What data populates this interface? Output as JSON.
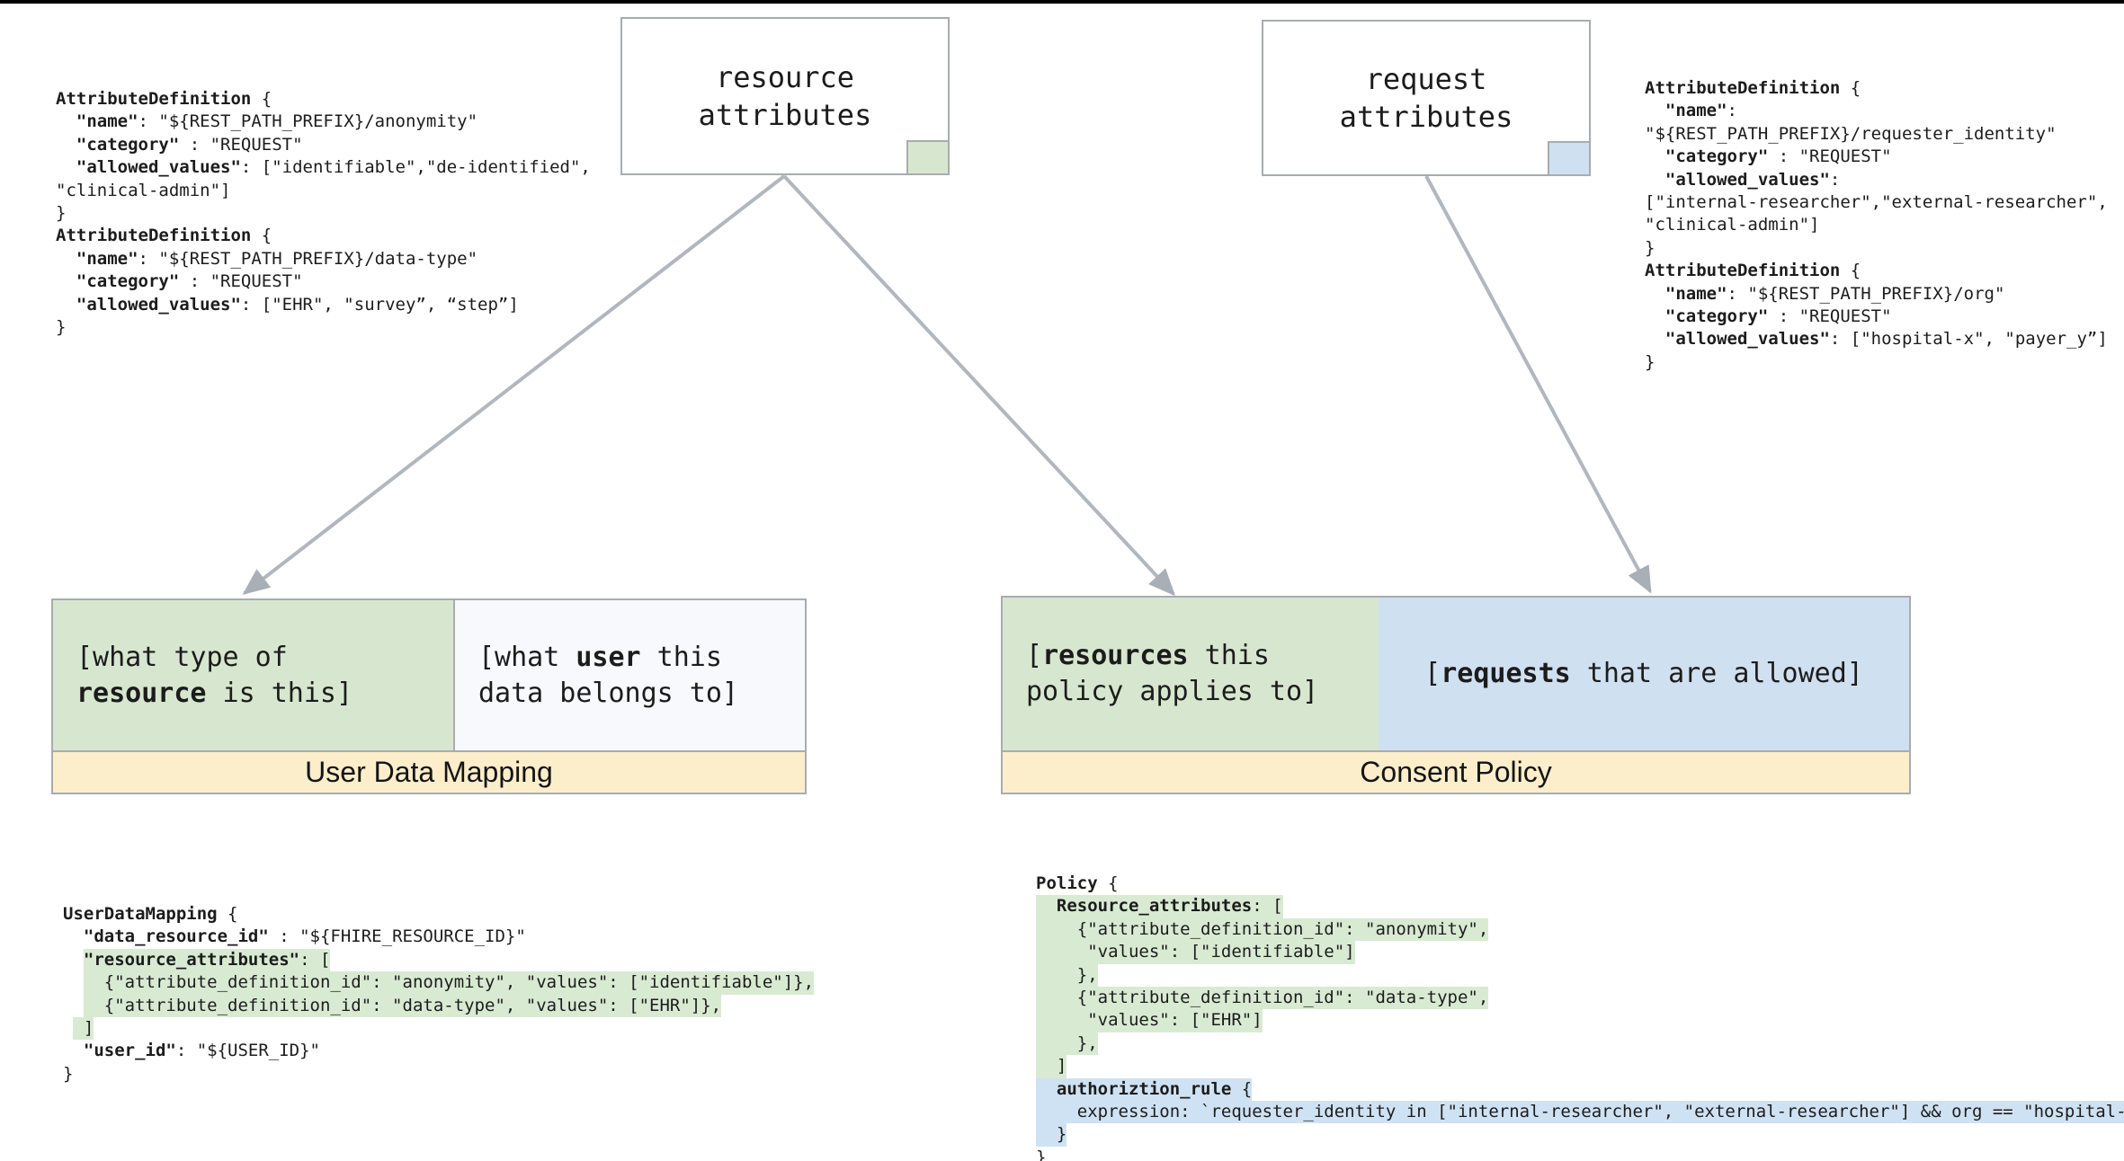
{
  "colors": {
    "black": "#000000",
    "border": "#a8acb0",
    "arrow": "#b1b7bd",
    "cellgreen": "#d7e7cf",
    "cellblue": "#cfe0f1",
    "cellwhite": "#f7f9fc",
    "yellow": "#fdeecb",
    "hlgreen": "#d9ead3",
    "hlblue": "#cfe2f3"
  },
  "nodes": {
    "resource": {
      "title": "resource\nattributes"
    },
    "request": {
      "title": "request\nattributes"
    }
  },
  "mapping_box": {
    "label": "User Data Mapping",
    "green_cell": [
      [
        {
          "t": "[what type of"
        }
      ],
      [
        {
          "t": "resource",
          "b": true
        },
        {
          "t": " is this]"
        }
      ]
    ],
    "white_cell": [
      [
        {
          "t": "[what "
        },
        {
          "t": "user",
          "b": true
        },
        {
          "t": " this"
        }
      ],
      [
        {
          "t": "data belongs to]"
        }
      ]
    ]
  },
  "policy_box": {
    "label": "Consent Policy",
    "green_cell": [
      [
        {
          "t": "["
        },
        {
          "t": "resources",
          "b": true
        },
        {
          "t": " this"
        }
      ],
      [
        {
          "t": "policy applies to]"
        }
      ]
    ],
    "blue_cell": [
      [
        {
          "t": "["
        },
        {
          "t": "requests",
          "b": true
        },
        {
          "t": " that are allowed]"
        }
      ]
    ]
  },
  "code_blocks": {
    "attr_def_resource": [
      [
        {
          "t": "AttributeDefinition",
          "b": true
        },
        {
          "t": " {"
        }
      ],
      [
        {
          "t": "  "
        },
        {
          "t": "\"name\"",
          "b": true
        },
        {
          "t": ": \"${REST_PATH_PREFIX}/anonymity\""
        }
      ],
      [
        {
          "t": "  "
        },
        {
          "t": "\"category\"",
          "b": true
        },
        {
          "t": " : \"REQUEST\""
        }
      ],
      [
        {
          "t": "  "
        },
        {
          "t": "\"allowed_values\"",
          "b": true
        },
        {
          "t": ": [\"identifiable\",\"de-identified\","
        }
      ],
      [
        {
          "t": "\"clinical-admin\"]"
        }
      ],
      [
        {
          "t": "}"
        }
      ],
      [
        {
          "t": "AttributeDefinition",
          "b": true
        },
        {
          "t": " {"
        }
      ],
      [
        {
          "t": "  "
        },
        {
          "t": "\"name\"",
          "b": true
        },
        {
          "t": ": \"${REST_PATH_PREFIX}/data-type\""
        }
      ],
      [
        {
          "t": "  "
        },
        {
          "t": "\"category\"",
          "b": true
        },
        {
          "t": " : \"REQUEST\""
        }
      ],
      [
        {
          "t": "  "
        },
        {
          "t": "\"allowed_values\"",
          "b": true
        },
        {
          "t": ": [\"EHR\", \"survey”, “step”]"
        }
      ],
      [
        {
          "t": "}"
        }
      ]
    ],
    "attr_def_request": [
      [
        {
          "t": "AttributeDefinition",
          "b": true
        },
        {
          "t": " {"
        }
      ],
      [
        {
          "t": "  "
        },
        {
          "t": "\"name\"",
          "b": true
        },
        {
          "t": ":"
        }
      ],
      [
        {
          "t": "\"${REST_PATH_PREFIX}/requester_identity\""
        }
      ],
      [
        {
          "t": "  "
        },
        {
          "t": "\"category\"",
          "b": true
        },
        {
          "t": " : \"REQUEST\""
        }
      ],
      [
        {
          "t": "  "
        },
        {
          "t": "\"allowed_values\"",
          "b": true
        },
        {
          "t": ":"
        }
      ],
      [
        {
          "t": "[\"internal-researcher\",\"external-researcher\","
        }
      ],
      [
        {
          "t": "\"clinical-admin\"]"
        }
      ],
      [
        {
          "t": "}"
        }
      ],
      [
        {
          "t": "AttributeDefinition",
          "b": true
        },
        {
          "t": " {"
        }
      ],
      [
        {
          "t": "  "
        },
        {
          "t": "\"name\"",
          "b": true
        },
        {
          "t": ": \"${REST_PATH_PREFIX}/org\""
        }
      ],
      [
        {
          "t": "  "
        },
        {
          "t": "\"category\"",
          "b": true
        },
        {
          "t": " : \"REQUEST\""
        }
      ],
      [
        {
          "t": "  "
        },
        {
          "t": "\"allowed_values\"",
          "b": true
        },
        {
          "t": ": [\"hospital-x\", \"payer_y”]"
        }
      ],
      [
        {
          "t": "}"
        }
      ]
    ],
    "user_data_mapping": [
      [
        {
          "t": "UserDataMapping",
          "b": true
        },
        {
          "t": " {"
        }
      ],
      [
        {
          "t": "  "
        },
        {
          "t": "\"data_resource_id\"",
          "b": true
        },
        {
          "t": " : \"${FHIRE_RESOURCE_ID}\""
        }
      ],
      [
        {
          "t": "  "
        },
        {
          "t": "\"resource_attributes\"",
          "b": true,
          "h": "g"
        },
        {
          "t": ": [",
          "h": "g"
        }
      ],
      [
        {
          "t": "  "
        },
        {
          "t": "  {\"attribute_definition_id\": \"anonymity\", \"values\": [\"identifiable\"]},",
          "h": "g"
        }
      ],
      [
        {
          "t": "  "
        },
        {
          "t": "  {\"attribute_definition_id\": \"data-type\", \"values\": [\"EHR\"]},",
          "h": "g"
        }
      ],
      [
        {
          "t": " "
        },
        {
          "t": " ]",
          "h": "g"
        }
      ],
      [
        {
          "t": "  "
        },
        {
          "t": "\"user_id\"",
          "b": true
        },
        {
          "t": ": \"${USER_ID}\""
        }
      ],
      [
        {
          "t": "}"
        }
      ]
    ],
    "policy": [
      [
        {
          "t": "Policy",
          "b": true
        },
        {
          "t": " {"
        }
      ],
      [
        {
          "t": "  ",
          "h": "g"
        },
        {
          "t": "Resource_attributes",
          "b": true,
          "h": "g"
        },
        {
          "t": ": [",
          "h": "g"
        }
      ],
      [
        {
          "t": "    {\"attribute_definition_id\": \"anonymity\",",
          "h": "g"
        }
      ],
      [
        {
          "t": "     \"values\": [\"identifiable\"]",
          "h": "g"
        }
      ],
      [
        {
          "t": "    },",
          "h": "g"
        }
      ],
      [
        {
          "t": "    {\"attribute_definition_id\": \"data-type\",",
          "h": "g"
        }
      ],
      [
        {
          "t": "     \"values\": [\"EHR\"]",
          "h": "g"
        }
      ],
      [
        {
          "t": "    },",
          "h": "g"
        }
      ],
      [
        {
          "t": "  ]",
          "h": "g"
        }
      ],
      [
        {
          "t": "  ",
          "h": "b"
        },
        {
          "t": "authoriztion_rule",
          "b": true,
          "h": "b"
        },
        {
          "t": " {",
          "h": "b"
        }
      ],
      [
        {
          "t": "    expression: `requester_identity in [\"internal-researcher\", \"external-researcher\"] && org == \"hospital-x\"`",
          "h": "b"
        }
      ],
      [
        {
          "t": "  }",
          "h": "b"
        }
      ],
      [
        {
          "t": "}"
        }
      ]
    ]
  }
}
